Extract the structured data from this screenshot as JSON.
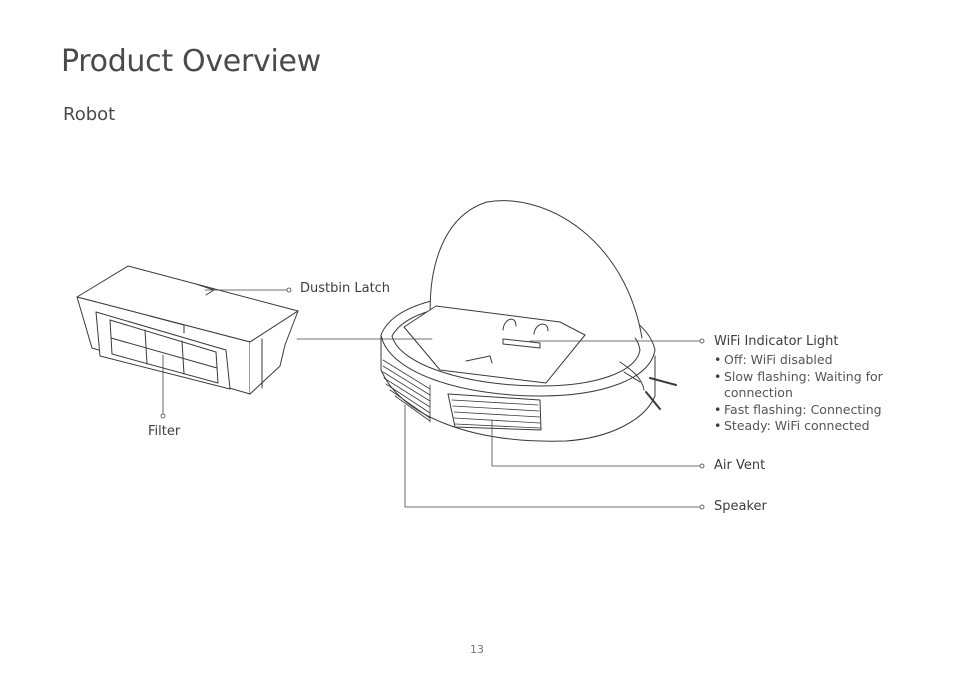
{
  "page": {
    "title": "Product Overview",
    "subtitle": "Robot",
    "page_number": "13"
  },
  "callouts": {
    "dustbin_latch": "Dustbin Latch",
    "filter": "Filter",
    "wifi_indicator": {
      "label": "WiFi Indicator Light",
      "states": [
        "Off: WiFi disabled",
        "Slow flashing: Waiting for connection",
        "Fast flashing: Connecting",
        "Steady: WiFi connected"
      ]
    },
    "air_vent": "Air Vent",
    "speaker": "Speaker"
  }
}
